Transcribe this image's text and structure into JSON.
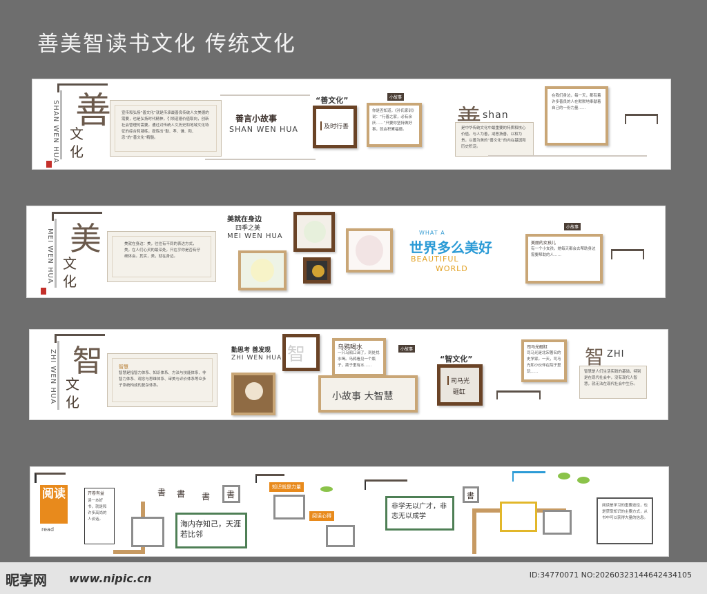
{
  "page_title": "善美智读书文化 传统文化",
  "panel_shan": {
    "big_char": "善",
    "pinyin_vertical": "SHAN WEN HUA",
    "wenhua": "文化",
    "intro_text": "宣传和弘扬“善文化”就是传承最善良传统人文美德的需要，也是弘扬时代精神，引领道德价值取向，创新社会管理的需要。通过对传统人文历史和地域文化特征的综合和凝练，提炼出“勤、孝、谦、和、忠”的“善文化”精髓。",
    "story_title": "善言小故事",
    "story_pinyin": "SHAN WEN HUA",
    "frame_title": "“善文化”",
    "frame_inner": "及时行善",
    "tag": "小故事",
    "story_text": "你是否知道，《孙氏家训》说：“行善之家，必有余庆……”只要你坚持做好事，就会积累福德。",
    "shan_label": "善",
    "shan_pinyin": "shan",
    "shan_text": "是中华传统文化中最重要的特质和核心价值。与人为善，戒恶扬善，以和为贵，以善为美的“善文化”的内在基因和历史积淀。",
    "frame_text": "在我们身边，每一天，都有着许多善良的人在默默地奉献着自己的一份力量……"
  },
  "panel_mei": {
    "big_char": "美",
    "pinyin_vertical": "MEI WEN HUA",
    "wenhua": "文化",
    "intro_text": "美就在身边：美，往往有不同的表达方式，美，在人们心灵的最深处，只在乎你是否有仔细体会。其实，美，就在身边。",
    "heading1": "美就在身边",
    "heading2": "四季之美",
    "pinyin": "MEI WEN HUA",
    "world_line1": "WHAT A",
    "world_cn": "世界多么美好",
    "world_line2": "BEAUTIFUL",
    "world_line3": "WORLD",
    "tag": "小故事",
    "story_title": "美丽的女孩儿",
    "story_text": "有一个小女孩，她每天都会去帮助身边需要帮助的人……"
  },
  "panel_zhi": {
    "big_char": "智",
    "pinyin_vertical": "ZHI WEN HUA",
    "wenhua": "文化",
    "intro_head": "智慧",
    "intro_text": "智慧是指智力体系、知识体系、方法与技能体系、非智力体系、观念与思维体系、审美与评价体系等众多子系统构成的复杂体系。",
    "heading": "勤思考 善发现",
    "pinyin": "ZHI WEN HUA",
    "frame_char": "智",
    "story1_title": "乌鸦喝水",
    "story1_text": "一只乌鸦口渴了，到处找水喝。乌鸦看见一个瓶子，瓶子里有水……",
    "tag": "小故事",
    "motto": "小故事 大智慧",
    "frame_title": "“智文化”",
    "frame_inner1": "司马光",
    "frame_inner2": "砸缸",
    "story2_title": "司马光砸缸",
    "story2_text": "司马光是北宋著名的史学家。一天，司马光和小伙伴在院子里玩……",
    "zhi_label": "智",
    "zhi_pinyin": "ZHI",
    "zhi_text": "智慧是人们生活实践的基础，特别是在现代社会中，没有现代人智慧，就无法在现代社会中生存。"
  },
  "panel_du": {
    "big_char": "阅读",
    "read_label": "read",
    "note_title": "开卷有益",
    "note_text": "读一本好书，就是和许多高尚的人谈话。",
    "shu_char": "書",
    "poem": "海内存知己，天涯若比邻",
    "knowledge": "知识就是力量",
    "reading": "阅读心得",
    "motto": "非学无以广才，非志无以成学",
    "right_text": "阅读是学习的重要途径，也是获取知识的主要方式，从书中可以获得大量的信息。"
  },
  "footer": {
    "logo": "昵享网",
    "site": "www.nipic.cn",
    "id_text": "ID:34770071 NO:20260323144642434105"
  },
  "colors": {
    "background": "#6e6e6e",
    "accent_brown": "#6a4326",
    "frame_gold": "#c9a676",
    "accent_blue": "#2c9bd6",
    "accent_orange": "#e88a1c"
  }
}
